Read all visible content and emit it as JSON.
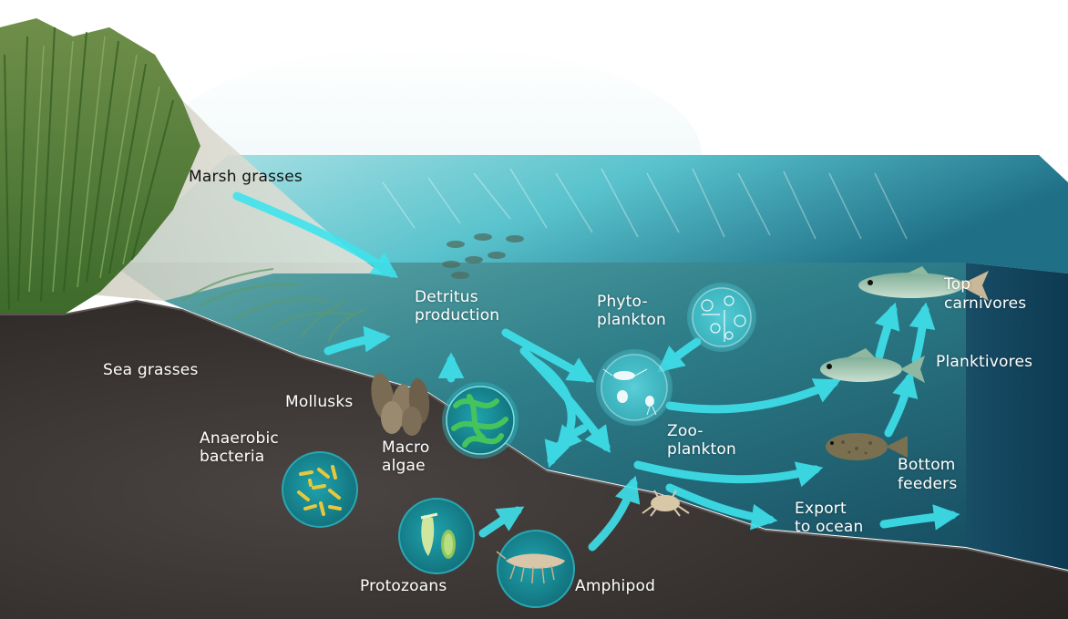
{
  "labels": {
    "marsh_grasses": "Marsh grasses",
    "sea_grasses": "Sea grasses",
    "detritus_line1": "Detritus",
    "detritus_line2": "production",
    "phyto_line1": "Phyto-",
    "phyto_line2": "plankton",
    "zoo_line1": "Zoo-",
    "zoo_line2": "plankton",
    "mollusks": "Mollusks",
    "macro_line1": "Macro",
    "macro_line2": "algae",
    "anaerobic_line1": "Anaerobic",
    "anaerobic_line2": "bacteria",
    "protozoans": "Protozoans",
    "amphipod": "Amphipod",
    "top_line1": "Top",
    "top_line2": "carnivores",
    "planktivores": "Planktivores",
    "bottom_line1": "Bottom",
    "bottom_line2": "feeders",
    "export_line1": "Export",
    "export_line2": "to ocean"
  },
  "colors": {
    "arrow": "#3fe3ec",
    "water_surface": "#7fd7dd",
    "water_deep": "#0f4f63",
    "sediment": "#3a3533",
    "marsh": "#4d7a34",
    "organism_circle": "#1a8c98"
  }
}
